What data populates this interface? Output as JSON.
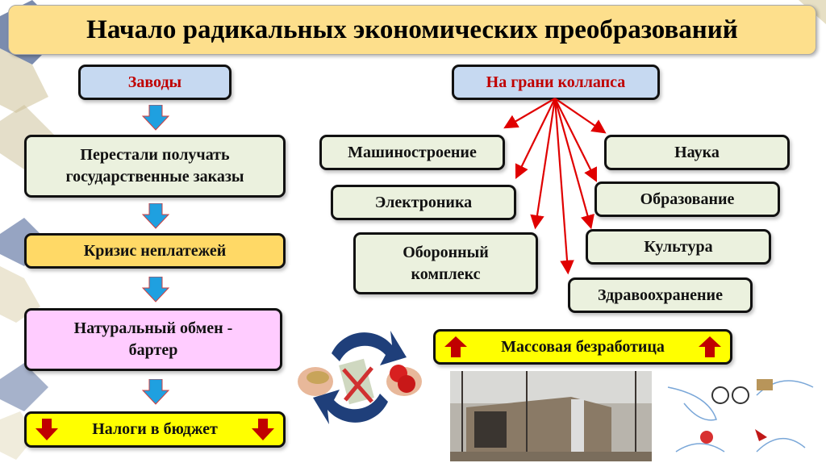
{
  "title": "Начало радикальных экономических преобразований",
  "left": {
    "factories": "Заводы",
    "step1": [
      "Перестали получать",
      "государственные заказы"
    ],
    "step2": "Кризис неплатежей",
    "step3": [
      "Натуральный обмен -",
      "бартер"
    ],
    "step4": "Налоги в бюджет"
  },
  "right": {
    "collapse": "На грани коллапса",
    "items": [
      "Машиностроение",
      "Электроника",
      "Оборонный комплекс",
      "Наука",
      "Образование",
      "Культура",
      "Здравоохранение"
    ],
    "defense": [
      "Оборонный",
      "комплекс"
    ],
    "unemployment": "Массовая безработица"
  },
  "colors": {
    "title_bg": "#fddf8c",
    "accent_red": "#c00000",
    "arrow_blue": "#1fa0e0",
    "yellow": "#ffff00"
  }
}
